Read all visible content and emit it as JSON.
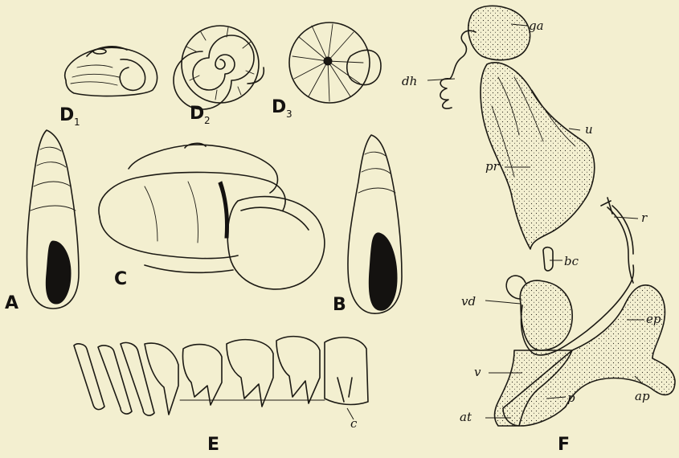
{
  "figure_letters": {
    "A": "A",
    "B": "B",
    "C": "C",
    "D1": "D",
    "D1_sub": "1",
    "D2": "D",
    "D2_sub": "2",
    "D3": "D",
    "D3_sub": "3",
    "E": "E",
    "F": "F"
  },
  "radula_label": "c",
  "anatomy_labels": {
    "ga": "ga",
    "dh": "dh",
    "u": "u",
    "pr": "pr",
    "r": "r",
    "bc": "bc",
    "vd": "vd",
    "ep": "ep",
    "v": "v",
    "p": "p",
    "at": "at",
    "ap": "ap"
  }
}
